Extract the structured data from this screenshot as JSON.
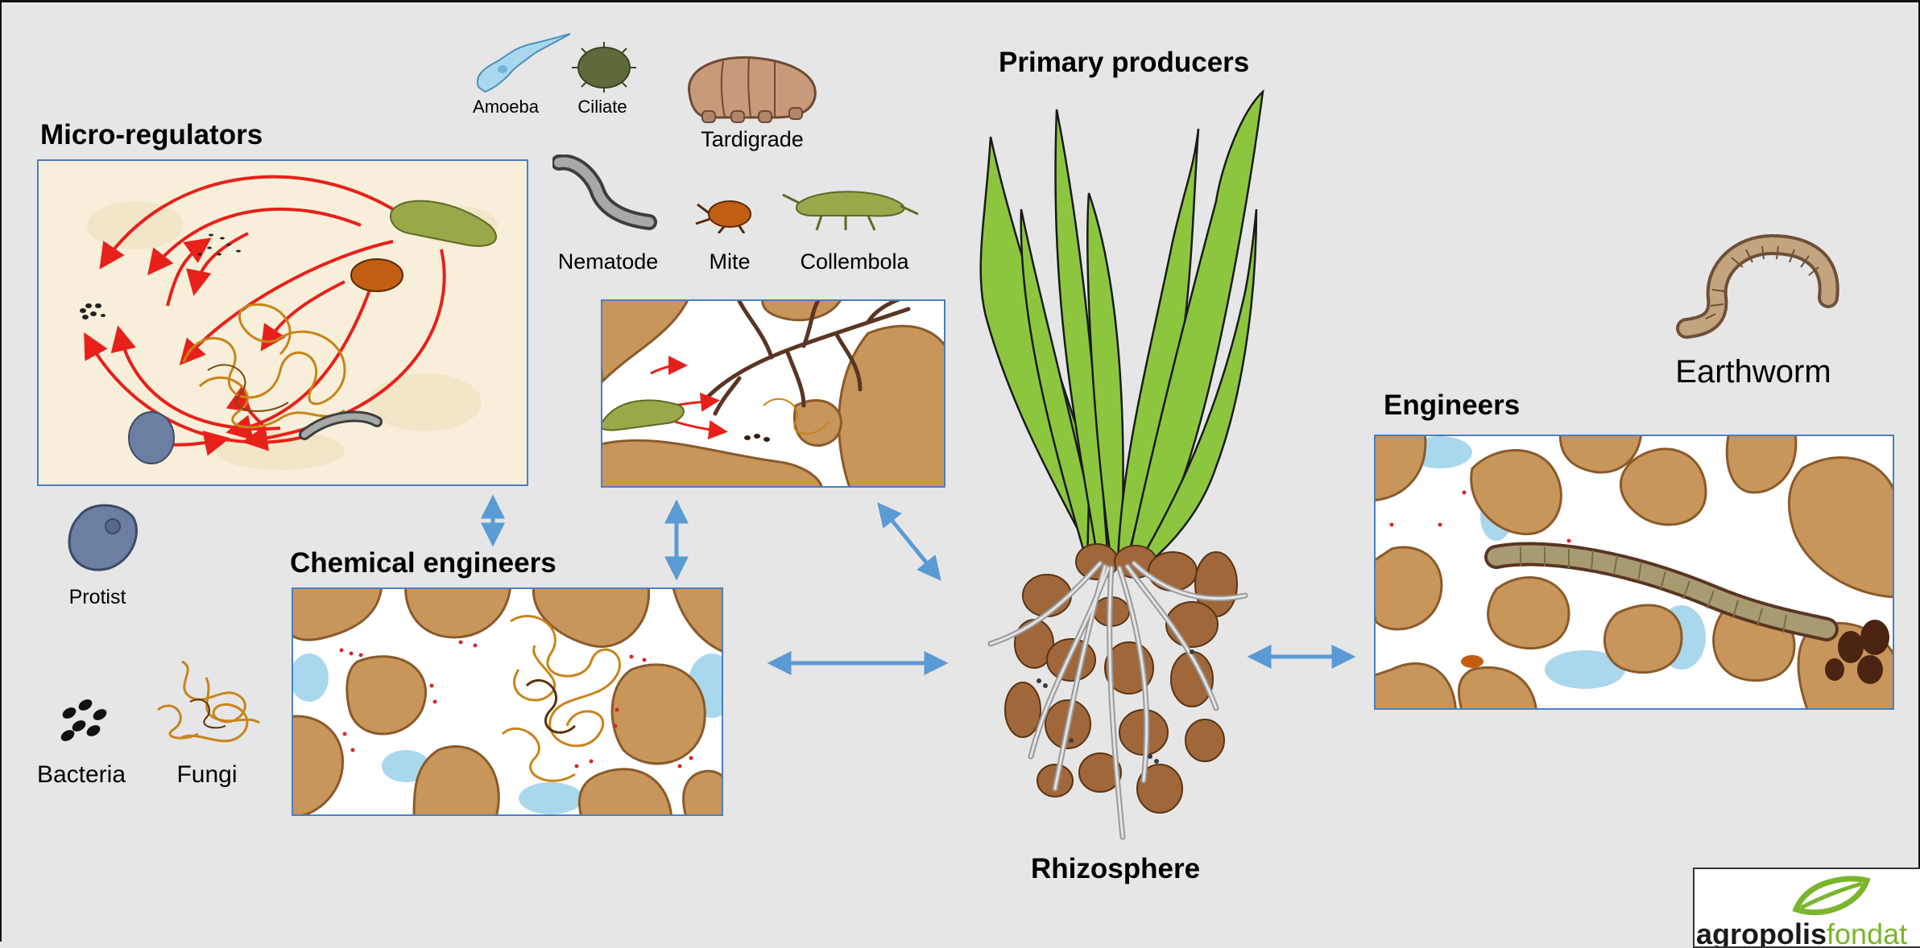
{
  "headings": {
    "micro_regulators": "Micro-regulators",
    "primary_producers": "Primary producers",
    "chemical_engineers": "Chemical engineers",
    "engineers": "Engineers",
    "rhizosphere": "Rhizosphere"
  },
  "organisms": {
    "amoeba": "Amoeba",
    "ciliate": "Ciliate",
    "tardigrade": "Tardigrade",
    "nematode": "Nematode",
    "mite": "Mite",
    "collembola": "Collembola",
    "protist": "Protist",
    "bacteria": "Bacteria",
    "fungi": "Fungi",
    "earthworm": "Earthworm"
  },
  "logo": {
    "brand": "agropolis",
    "suffix": "fondat"
  },
  "colors": {
    "background": "#e6e6e6",
    "panel_border": "#4a7fc1",
    "arrow_blue": "#5b9bd5",
    "arrow_red": "#e8201a",
    "soil": "#c8955a",
    "leaf_green": "#8cc63f",
    "logo_green": "#7ab52b"
  }
}
